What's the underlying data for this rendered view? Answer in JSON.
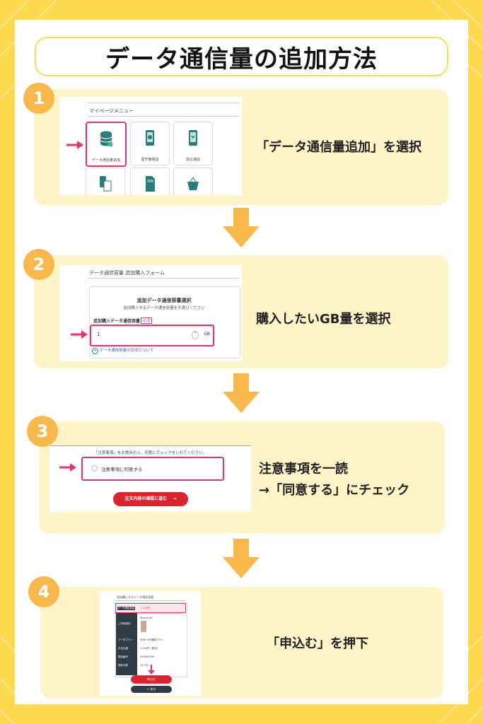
{
  "title": "データ通信量の追加方法",
  "colors": {
    "accent": "#f9b84c",
    "pink": "#e9336b",
    "teal": "#2a7c7a",
    "step_bg": "#fef4c8"
  },
  "steps": [
    {
      "number": "1",
      "caption": "「データ通信量追加」を選択",
      "screen": {
        "menu_title": "マイページメニュー",
        "tiles": [
          {
            "label": "データ通信量追加",
            "icon": "database-icon",
            "selected": true
          },
          {
            "label": "留守番電話",
            "icon": "phone-message-icon",
            "selected": false
          },
          {
            "label": "割込通話",
            "icon": "phone-call-icon",
            "selected": false
          },
          {
            "label": "",
            "icon": "phone-document-icon",
            "selected": false
          },
          {
            "label": "",
            "icon": "sim-card-icon",
            "selected": false
          },
          {
            "label": "",
            "icon": "basket-icon",
            "selected": false
          }
        ]
      }
    },
    {
      "number": "2",
      "caption": "購入したいGB量を選択",
      "screen": {
        "form_title": "データ通信容量 追加購入フォーム",
        "section_title": "追加データ通信容量選択",
        "section_sub": "追加購入するデータ通信容量をお選びください",
        "field_label": "追加購入データ通信容量",
        "required": "必須",
        "value": "1",
        "unit": "GB",
        "link": "データ通信容量の目安について"
      }
    },
    {
      "number": "3",
      "caption_line1": "注意事項を一読",
      "caption_line2": "→「同意する」にチェック",
      "screen": {
        "notice": "「注意事項」をお読みの上、同意にチェックをいれてください。",
        "checkbox_label": "注意事項に同意する",
        "submit": "注文内容の確認に進む"
      }
    },
    {
      "number": "4",
      "caption": "「申込む」を押下",
      "screen": {
        "header": "追加購入するデータ通信容量",
        "rows": [
          {
            "k": "データ通信容量",
            "v": "1,100円"
          },
          {
            "k": "ご利用端末",
            "v": "iPhone XS"
          },
          {
            "k": "データプラン",
            "v": "6GB+5分通話プラン"
          },
          {
            "k": "お支払額",
            "v": "1,100円（税込）"
          },
          {
            "k": "電話番号",
            "v": "000000000"
          },
          {
            "k": "契約月数",
            "v": "12ヶ月"
          }
        ],
        "apply": "申込む",
        "back": "戻る"
      }
    }
  ]
}
